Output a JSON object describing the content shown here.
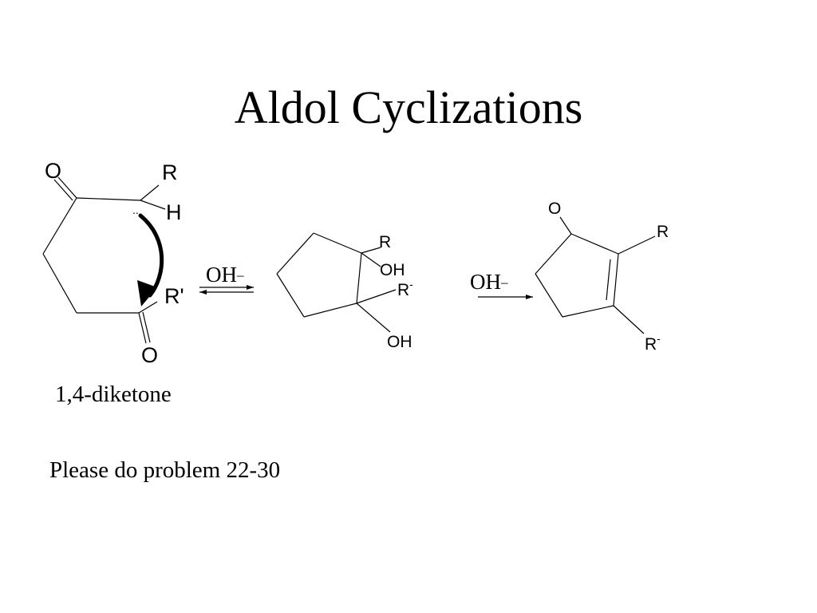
{
  "slide": {
    "title": "Aldol Cyclizations",
    "caption": "1,4-diketone",
    "instruction": "Please do problem 22-30"
  },
  "diketone": {
    "o_top": "O",
    "r": "R",
    "h": "H",
    "r_prime": "R'",
    "o_bottom": "O",
    "lone_pair": ".."
  },
  "reagent_1": {
    "label": "OH",
    "charge": "–"
  },
  "aldol_intermediate": {
    "r": "R",
    "oh_upper": "OH",
    "r_minus": "R",
    "r_minus_sup": "-",
    "oh_lower": "OH"
  },
  "reagent_2": {
    "label": "OH",
    "charge": "–"
  },
  "enone_product": {
    "o": "O",
    "r": "R",
    "r_minus": "R",
    "r_minus_sup": "-"
  }
}
